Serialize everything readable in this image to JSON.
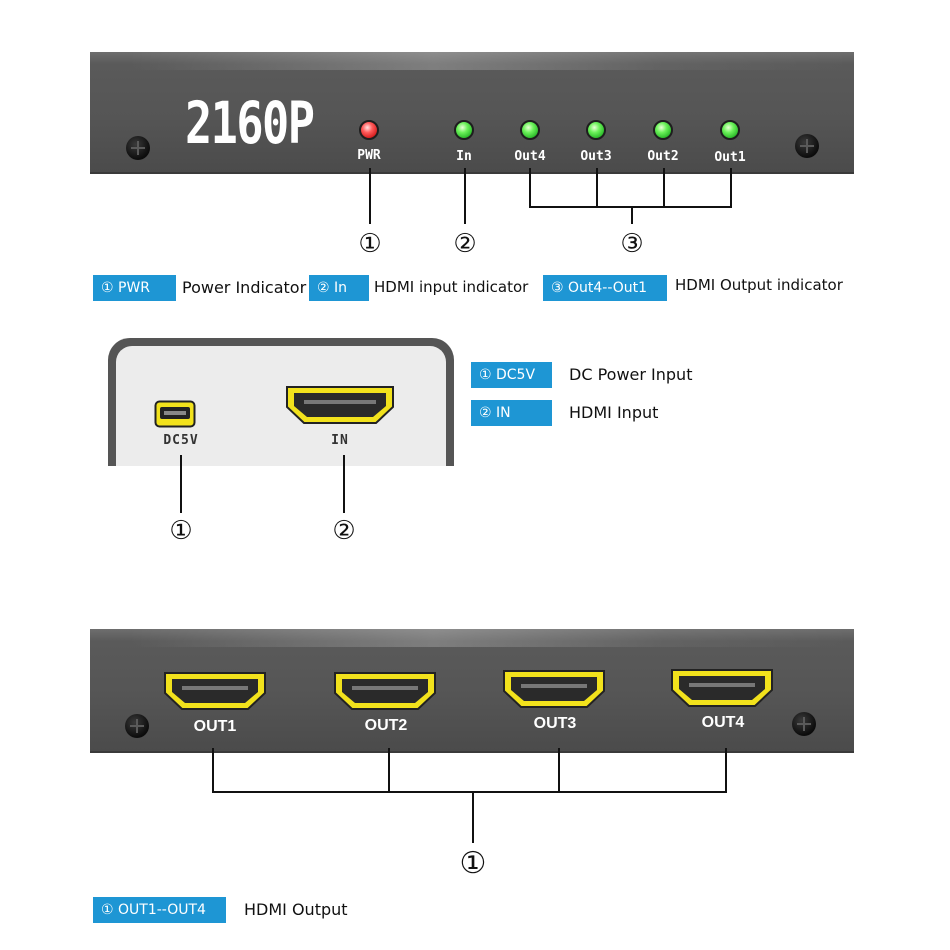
{
  "top_panel": {
    "model_text": "2160P",
    "leds": [
      {
        "label": "PWR",
        "color": "#ff3b3b"
      },
      {
        "label": "In",
        "color": "#4fe04a"
      },
      {
        "label": "Out4",
        "color": "#4fe04a"
      },
      {
        "label": "Out3",
        "color": "#4fe04a"
      },
      {
        "label": "Out2",
        "color": "#4fe04a"
      },
      {
        "label": "Out1",
        "color": "#4fe04a"
      }
    ],
    "callouts": [
      "①",
      "②",
      "③"
    ]
  },
  "legend_1": [
    {
      "badge": "① PWR",
      "text": "Power Indicator"
    },
    {
      "badge": "② In",
      "text": "HDMI input indicator"
    },
    {
      "badge": "③ Out4--Out1",
      "text": "HDMI Output indicator"
    }
  ],
  "input_panel": {
    "ports": [
      "DC5V",
      "IN"
    ],
    "callouts": [
      "①",
      "②"
    ]
  },
  "legend_2": [
    {
      "badge": "① DC5V",
      "text": "DC Power Input"
    },
    {
      "badge": "② IN",
      "text": "HDMI Input"
    }
  ],
  "output_panel": {
    "ports": [
      "OUT1",
      "OUT2",
      "OUT3",
      "OUT4"
    ],
    "callouts": [
      "①"
    ]
  },
  "legend_3": [
    {
      "badge": "① OUT1--OUT4",
      "text": "HDMI Output"
    }
  ],
  "colors": {
    "badge_blue": "#1e96d4",
    "panel_gray": "#555555",
    "hdmi_yellow": "#f2e21c"
  },
  "icons": [
    "screw-icon",
    "led-icon",
    "hdmi-port-icon",
    "mini-usb-port-icon"
  ]
}
